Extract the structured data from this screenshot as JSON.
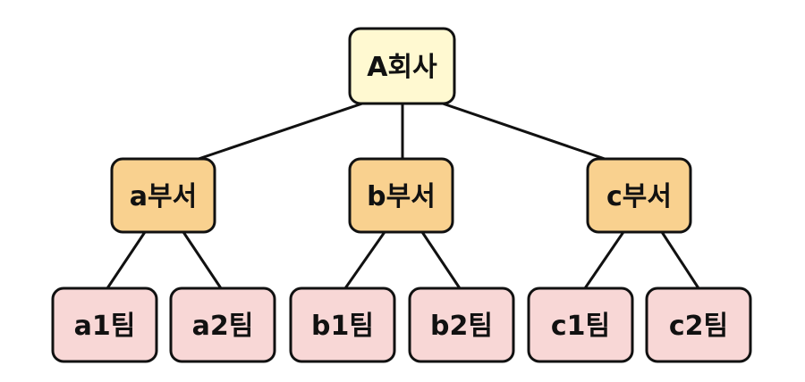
{
  "root": {
    "label": "A회사",
    "fill": "#fff9d1",
    "children": [
      {
        "label": "a부서",
        "fill": "#f9d18f",
        "children": [
          {
            "label": "a1팀",
            "fill": "#f8d7d6"
          },
          {
            "label": "a2팀",
            "fill": "#f8d7d6"
          }
        ]
      },
      {
        "label": "b부서",
        "fill": "#f9d18f",
        "children": [
          {
            "label": "b1팀",
            "fill": "#f8d7d6"
          },
          {
            "label": "b2팀",
            "fill": "#f8d7d6"
          }
        ]
      },
      {
        "label": "c부서",
        "fill": "#f9d18f",
        "children": [
          {
            "label": "c1팀",
            "fill": "#f8d7d6"
          },
          {
            "label": "c2팀",
            "fill": "#f8d7d6"
          }
        ]
      }
    ]
  },
  "colors": {
    "stroke": "#111111",
    "text": "#111111"
  }
}
